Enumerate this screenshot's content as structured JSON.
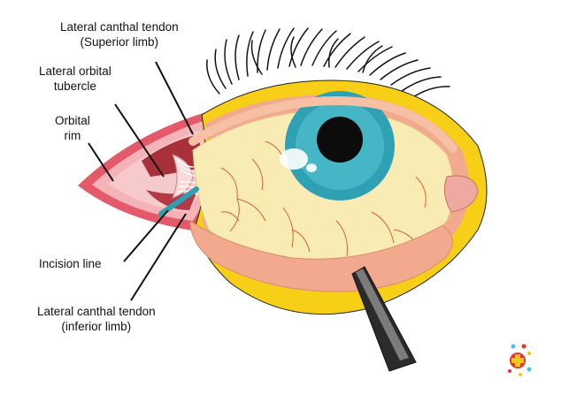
{
  "labels": {
    "superior_tendon": {
      "line1": "Lateral canthal tendon",
      "line2": "(Superior limb)"
    },
    "orbital_tubercle": {
      "line1": "Lateral orbital",
      "line2": "tubercle"
    },
    "orbital_rim": {
      "line1": "Orbital",
      "line2": "rim"
    },
    "incision": {
      "line1": "Incision line"
    },
    "inferior_tendon": {
      "line1": "Lateral canthal tendon",
      "line2": "(inferior limb)"
    }
  },
  "icons": {
    "logo": "medical-cross-logo-icon",
    "forceps": "forceps-icon"
  },
  "colors": {
    "rim_outer": "#e45a6a",
    "rim_inner": "#f4b3b6",
    "orbit_dark": "#a8303a",
    "lid": "#f2a98d",
    "lid_yellow": "#f7cf16",
    "sclera": "#f8ebb4",
    "vessels": "#d8613b",
    "iris": "#2fa1b4",
    "pupil": "#0c0c0c",
    "incision": "#2d9fb0",
    "forceps": "#2b2b2b",
    "logo_red": "#e63036",
    "logo_yellow": "#f5c518"
  }
}
